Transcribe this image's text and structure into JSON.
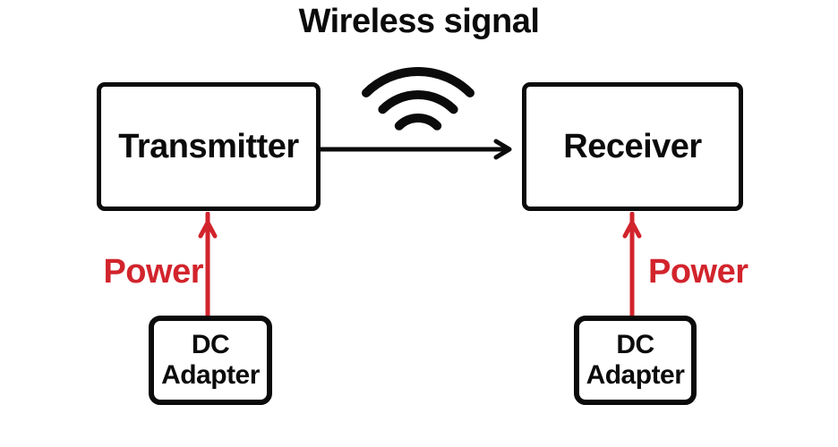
{
  "diagram": {
    "title": "Wireless signal",
    "nodes": {
      "transmitter": {
        "label": "Transmitter"
      },
      "receiver": {
        "label": "Receiver"
      },
      "dc_adapter_left": {
        "label": "DC Adapter"
      },
      "dc_adapter_right": {
        "label": "DC Adapter"
      }
    },
    "connections": {
      "signal_arrow": {
        "from": "Transmitter",
        "to": "Receiver"
      },
      "power_left": {
        "label": "Power"
      },
      "power_right": {
        "label": "Power"
      }
    },
    "icons": {
      "wireless": "wifi-signal-icon"
    },
    "colors": {
      "outline_black": "#0b0b0b",
      "power_red": "#d2242c",
      "background": "#ffffff"
    }
  }
}
